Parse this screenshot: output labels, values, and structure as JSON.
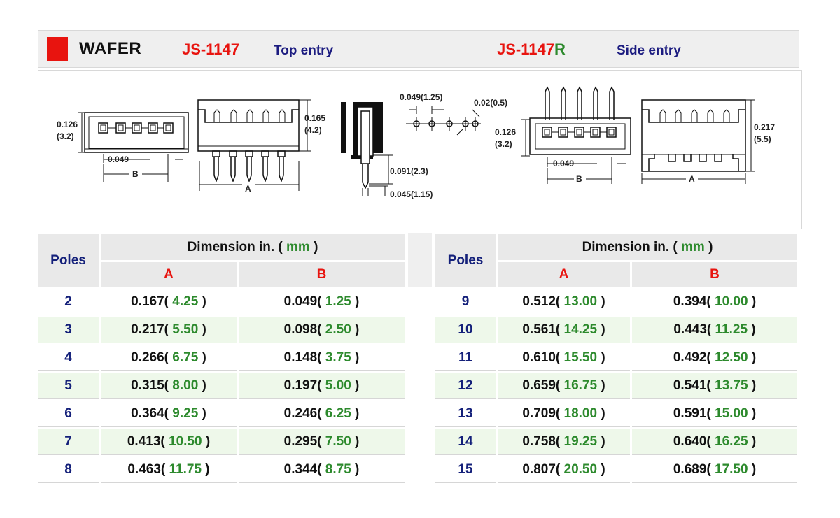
{
  "header": {
    "brand": "WAFER",
    "part_top": "JS-1147",
    "entry_top": "Top entry",
    "part_side": "JS-1147",
    "part_side_suffix": "R",
    "entry_side": "Side entry"
  },
  "drawing": {
    "dim_height_in": "0.126",
    "dim_height_mm": "(3.2)",
    "dim_pitch": "0.049",
    "label_b": "B",
    "dim_body_in": "0.165",
    "dim_body_mm": "(4.2)",
    "label_a": "A",
    "dim_pin_pitch": "0.049(1.25)",
    "dim_pin_dia": "0.02(0.5)",
    "dim_pin_len": "0.091(2.3)",
    "dim_pin_width": "0.045(1.15)",
    "side_height_in": "0.126",
    "side_height_mm": "(3.2)",
    "side_pitch": "0.049",
    "side_label_b": "B",
    "side_body_in": "0.217",
    "side_body_mm": "(5.5)",
    "side_label_a": "A"
  },
  "table": {
    "poles_header": "Poles",
    "dim_header_prefix": "Dimension in. (",
    "dim_header_mm": " mm ",
    "dim_header_suffix": ")",
    "col_a": "A",
    "col_b": "B",
    "left_rows": [
      {
        "poles": "2",
        "a_in": "0.167(",
        "a_mm": " 4.25",
        "b_in": "0.049(",
        "b_mm": " 1.25"
      },
      {
        "poles": "3",
        "a_in": "0.217(",
        "a_mm": " 5.50",
        "b_in": "0.098(",
        "b_mm": " 2.50"
      },
      {
        "poles": "4",
        "a_in": "0.266(",
        "a_mm": " 6.75",
        "b_in": "0.148(",
        "b_mm": " 3.75"
      },
      {
        "poles": "5",
        "a_in": "0.315(",
        "a_mm": " 8.00",
        "b_in": "0.197(",
        "b_mm": " 5.00"
      },
      {
        "poles": "6",
        "a_in": "0.364(",
        "a_mm": " 9.25",
        "b_in": "0.246(",
        "b_mm": " 6.25"
      },
      {
        "poles": "7",
        "a_in": "0.413(",
        "a_mm": " 10.50",
        "b_in": "0.295(",
        "b_mm": " 7.50"
      },
      {
        "poles": "8",
        "a_in": "0.463(",
        "a_mm": " 11.75",
        "b_in": "0.344(",
        "b_mm": " 8.75"
      }
    ],
    "right_rows": [
      {
        "poles": "9",
        "a_in": "0.512(",
        "a_mm": " 13.00",
        "b_in": "0.394(",
        "b_mm": " 10.00"
      },
      {
        "poles": "10",
        "a_in": "0.561(",
        "a_mm": " 14.25",
        "b_in": "0.443(",
        "b_mm": " 11.25"
      },
      {
        "poles": "11",
        "a_in": "0.610(",
        "a_mm": " 15.50",
        "b_in": "0.492(",
        "b_mm": " 12.50"
      },
      {
        "poles": "12",
        "a_in": "0.659(",
        "a_mm": " 16.75",
        "b_in": "0.541(",
        "b_mm": " 13.75"
      },
      {
        "poles": "13",
        "a_in": "0.709(",
        "a_mm": " 18.00",
        "b_in": "0.591(",
        "b_mm": " 15.00"
      },
      {
        "poles": "14",
        "a_in": "0.758(",
        "a_mm": " 19.25",
        "b_in": "0.640(",
        "b_mm": " 16.25"
      },
      {
        "poles": "15",
        "a_in": "0.807(",
        "a_mm": " 20.50",
        "b_in": "0.689(",
        "b_mm": " 17.50"
      }
    ],
    "close_paren": " )"
  },
  "colors": {
    "accent_red": "#e8140f",
    "mm_green": "#2d8a2d",
    "poles_blue": "#14207a",
    "row_tint": "#eef8ea"
  }
}
